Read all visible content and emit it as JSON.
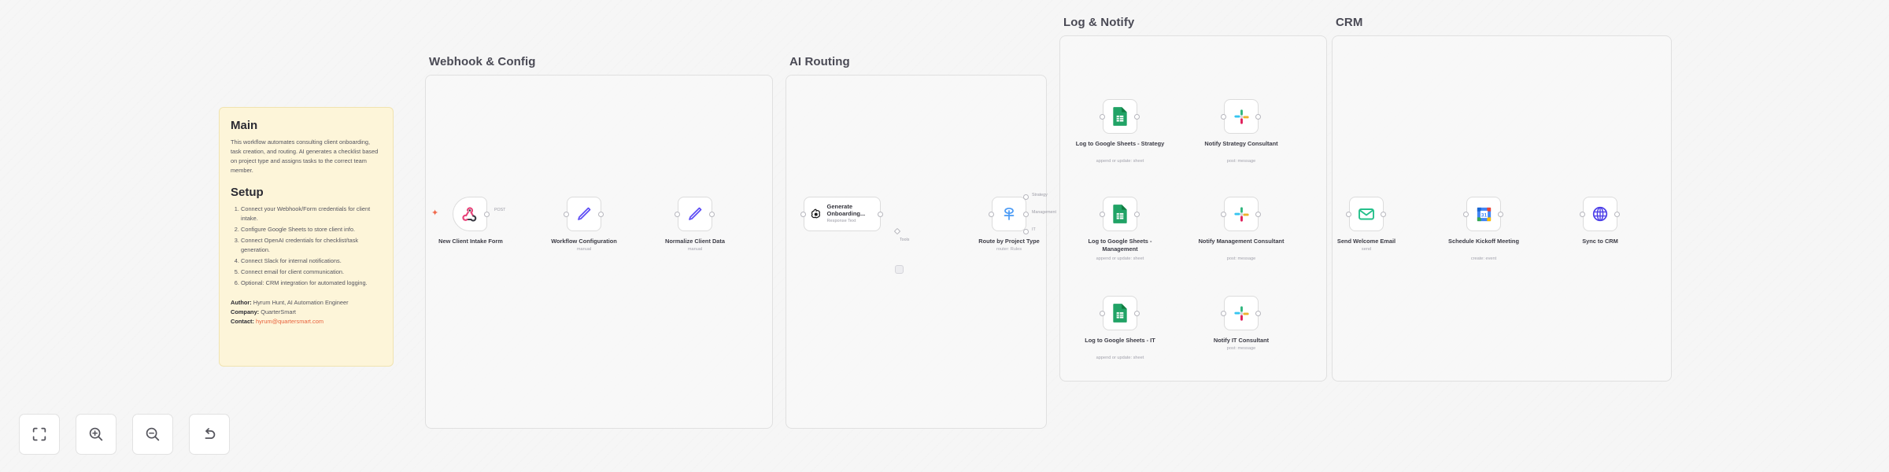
{
  "app": {
    "type": "workflow-canvas",
    "accent": "#ff6d5a"
  },
  "sticky": {
    "main_heading": "Main",
    "main_text": "This workflow automates consulting client onboarding, task creation, and routing. AI generates a checklist based on project type and assigns tasks to the correct team member.",
    "setup_heading": "Setup",
    "setup_steps": [
      "Connect your Webhook/Form credentials for client intake.",
      "Configure Google Sheets to store client info.",
      "Connect OpenAI credentials for checklist/task generation.",
      "Connect Slack for internal notifications.",
      "Connect email for client communication.",
      "Optional: CRM integration for automated logging."
    ],
    "author_label": "Author:",
    "author_value": "Hyrum Hunt, AI Automation Engineer",
    "company_label": "Company:",
    "company_value": "QuarterSmart",
    "contact_label": "Contact:",
    "contact_value": "hyrum@quartersmart.com"
  },
  "groups": [
    {
      "id": "webhook",
      "title": "Webhook & Config"
    },
    {
      "id": "airouting",
      "title": "AI Routing"
    },
    {
      "id": "lognotify",
      "title": "Log & Notify"
    },
    {
      "id": "crm",
      "title": "CRM"
    }
  ],
  "nodes": [
    {
      "id": "intake",
      "label": "New Client Intake Form",
      "sublabel": "",
      "icon": "webhook-icon"
    },
    {
      "id": "config",
      "label": "Workflow Configuration",
      "sublabel": "manual",
      "icon": "edit-pencil-icon"
    },
    {
      "id": "normalize",
      "label": "Normalize Client Data",
      "sublabel": "manual",
      "icon": "edit-pencil-icon"
    },
    {
      "id": "openai",
      "label": "",
      "sublabel": "",
      "icon": "openai-icon",
      "inline_title": "Generate Onboarding...",
      "inline_sub": "Response Text"
    },
    {
      "id": "switch",
      "label": "Route by Project Type",
      "sublabel": "router: Rules",
      "icon": "switch-icon"
    },
    {
      "id": "sheets_strategy",
      "label": "Log to Google Sheets - Strategy",
      "sublabel": "append or update: sheet",
      "icon": "google-sheets-icon"
    },
    {
      "id": "sheets_management",
      "label": "Log to Google Sheets - Management",
      "sublabel": "append or update: sheet",
      "icon": "google-sheets-icon"
    },
    {
      "id": "sheets_it",
      "label": "Log to Google Sheets - IT",
      "sublabel": "append or update: sheet",
      "icon": "google-sheets-icon"
    },
    {
      "id": "slack_strategy",
      "label": "Notify Strategy Consultant",
      "sublabel": "post: message",
      "icon": "slack-icon"
    },
    {
      "id": "slack_management",
      "label": "Notify Management Consultant",
      "sublabel": "post: message",
      "icon": "slack-icon"
    },
    {
      "id": "slack_it",
      "label": "Notify IT Consultant",
      "sublabel": "post: message",
      "icon": "slack-icon"
    },
    {
      "id": "email",
      "label": "Send Welcome Email",
      "sublabel": "send",
      "icon": "envelope-icon"
    },
    {
      "id": "calendar",
      "label": "Schedule Kickoff Meeting",
      "sublabel": "create: event",
      "icon": "google-calendar-icon"
    },
    {
      "id": "crmsync",
      "label": "Sync to CRM",
      "sublabel": "",
      "icon": "globe-http-icon"
    }
  ],
  "edge_labels": {
    "post": "POST",
    "tools": "Tools",
    "strategy": "Strategy",
    "management": "Management",
    "it": "IT"
  },
  "toolbar": [
    {
      "id": "fit",
      "name": "fit-view-button",
      "icon": "fit-screen-icon"
    },
    {
      "id": "zoomin",
      "name": "zoom-in-button",
      "icon": "zoom-in-icon"
    },
    {
      "id": "zoomout",
      "name": "zoom-out-button",
      "icon": "zoom-out-icon"
    },
    {
      "id": "reset",
      "name": "reset-zoom-button",
      "icon": "undo-arrow-icon"
    }
  ]
}
